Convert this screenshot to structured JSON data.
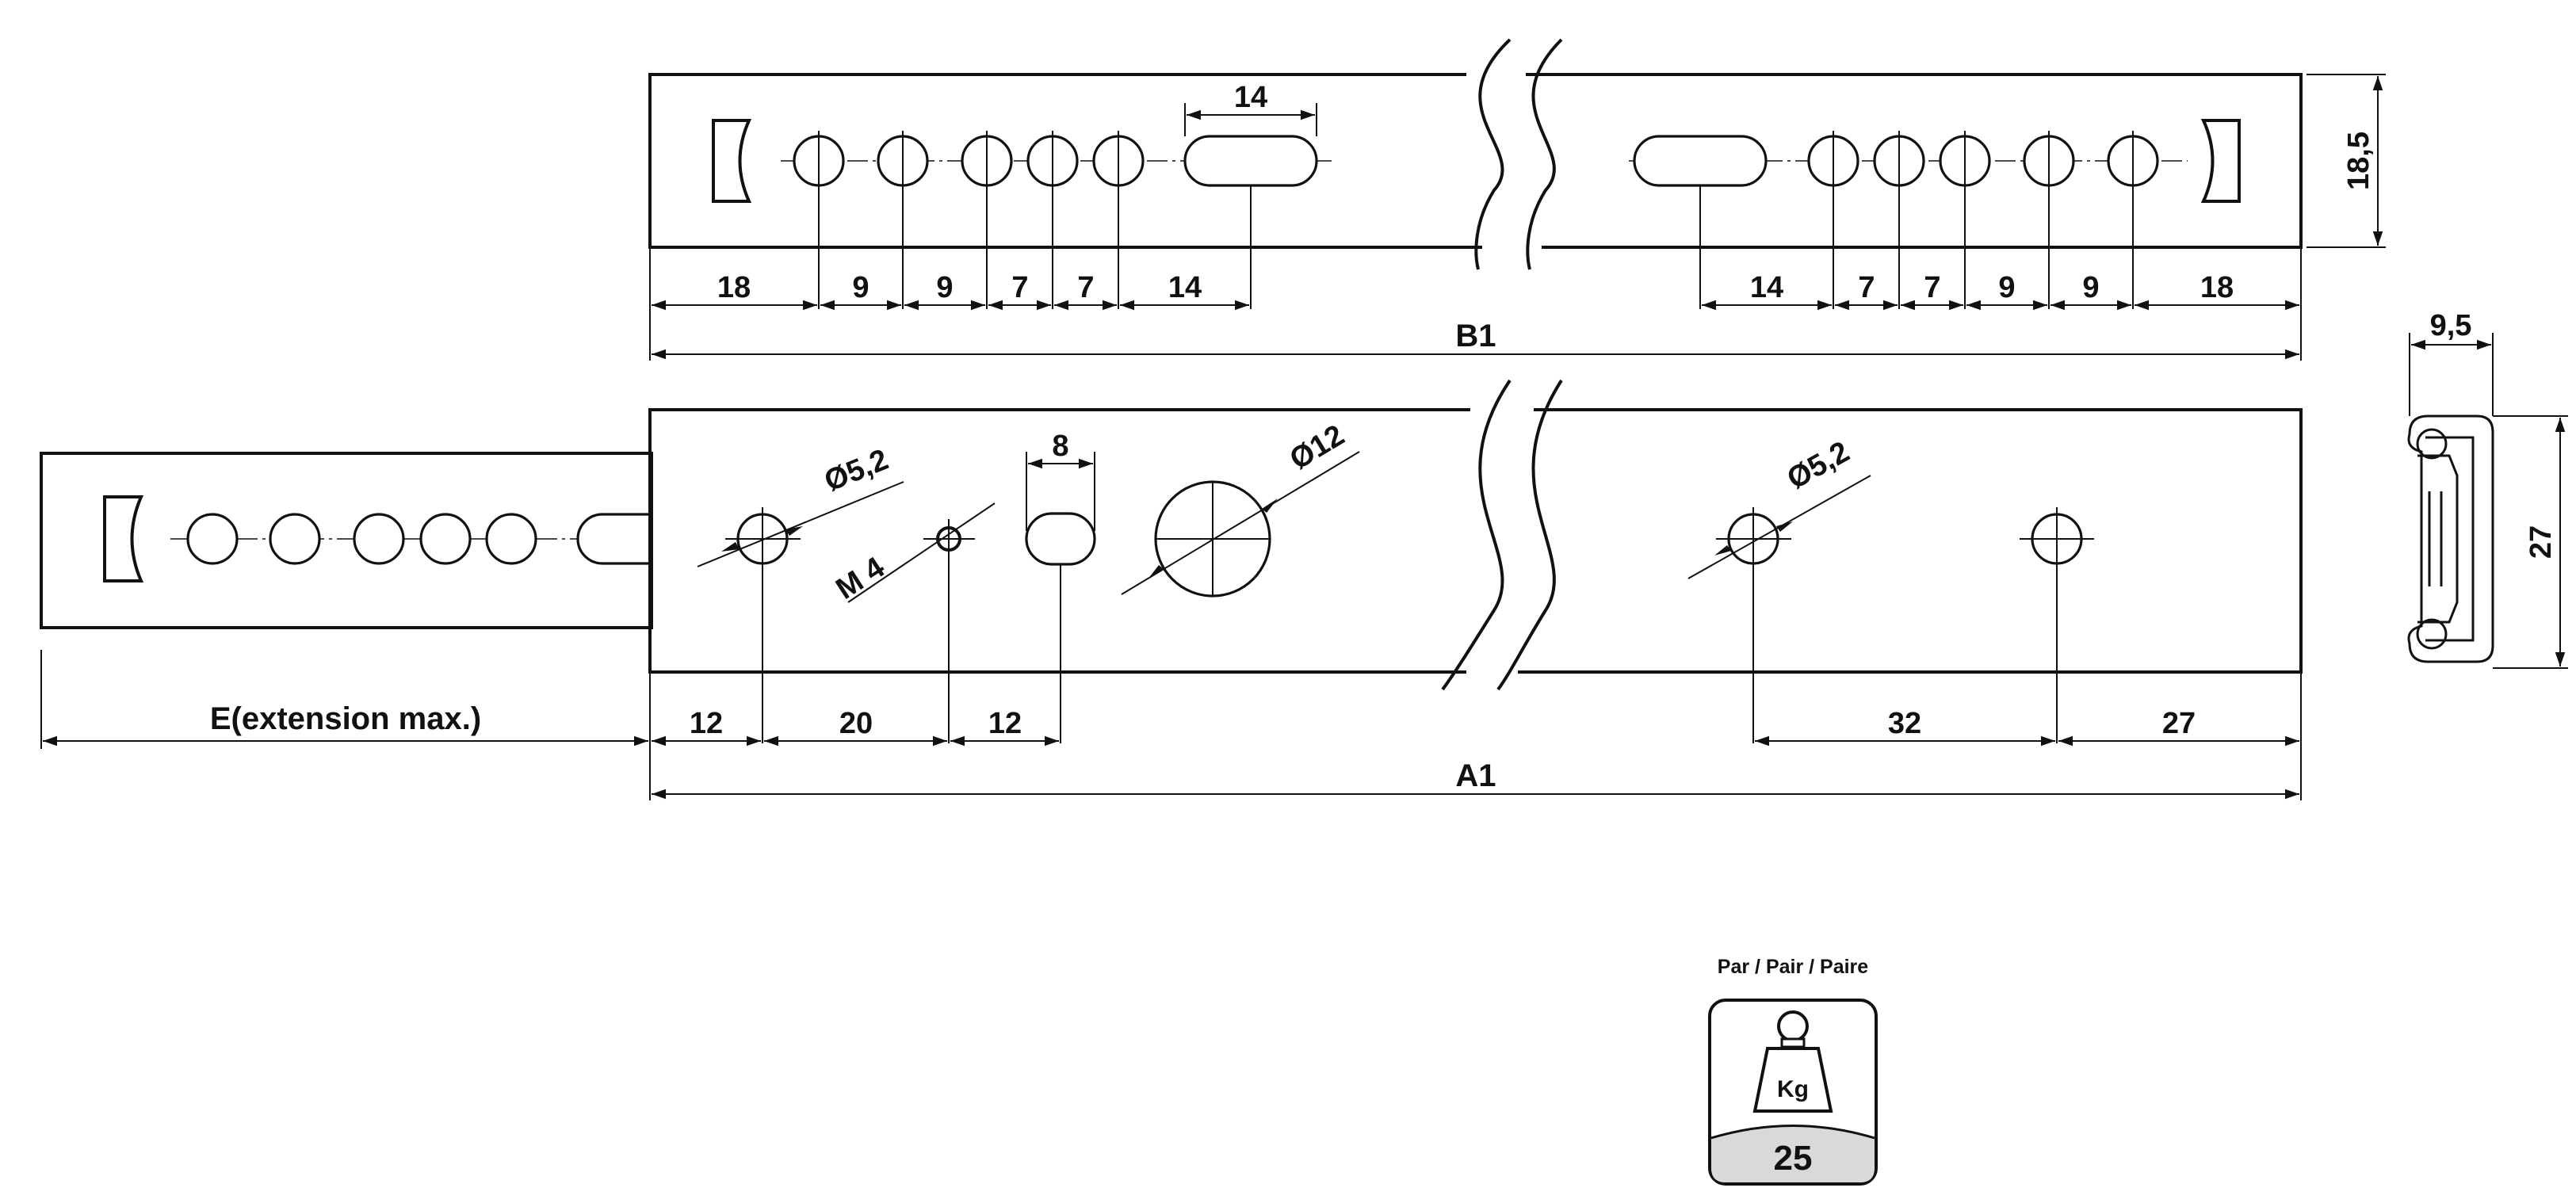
{
  "top_rail": {
    "left_dims": [
      "18",
      "9",
      "9",
      "7",
      "7",
      "14"
    ],
    "right_dims": [
      "14",
      "7",
      "7",
      "9",
      "9",
      "18"
    ],
    "slot_width": "14",
    "height": "18,5",
    "overall_label": "B1"
  },
  "bottom_rail": {
    "hole_dia_left": "Ø5,2",
    "thread": "M 4",
    "slot_width": "8",
    "big_hole_dia": "Ø12",
    "hole_dia_right": "Ø5,2",
    "left_dims": [
      "12",
      "20",
      "12"
    ],
    "right_dims": [
      "32",
      "27"
    ],
    "extension_label": "E(extension max.)",
    "overall_label": "A1"
  },
  "profile": {
    "width": "9,5",
    "height": "27"
  },
  "load_badge": {
    "caption": "Par / Pair / Paire",
    "unit": "Kg",
    "value": "25",
    "icon": "weight-icon"
  }
}
